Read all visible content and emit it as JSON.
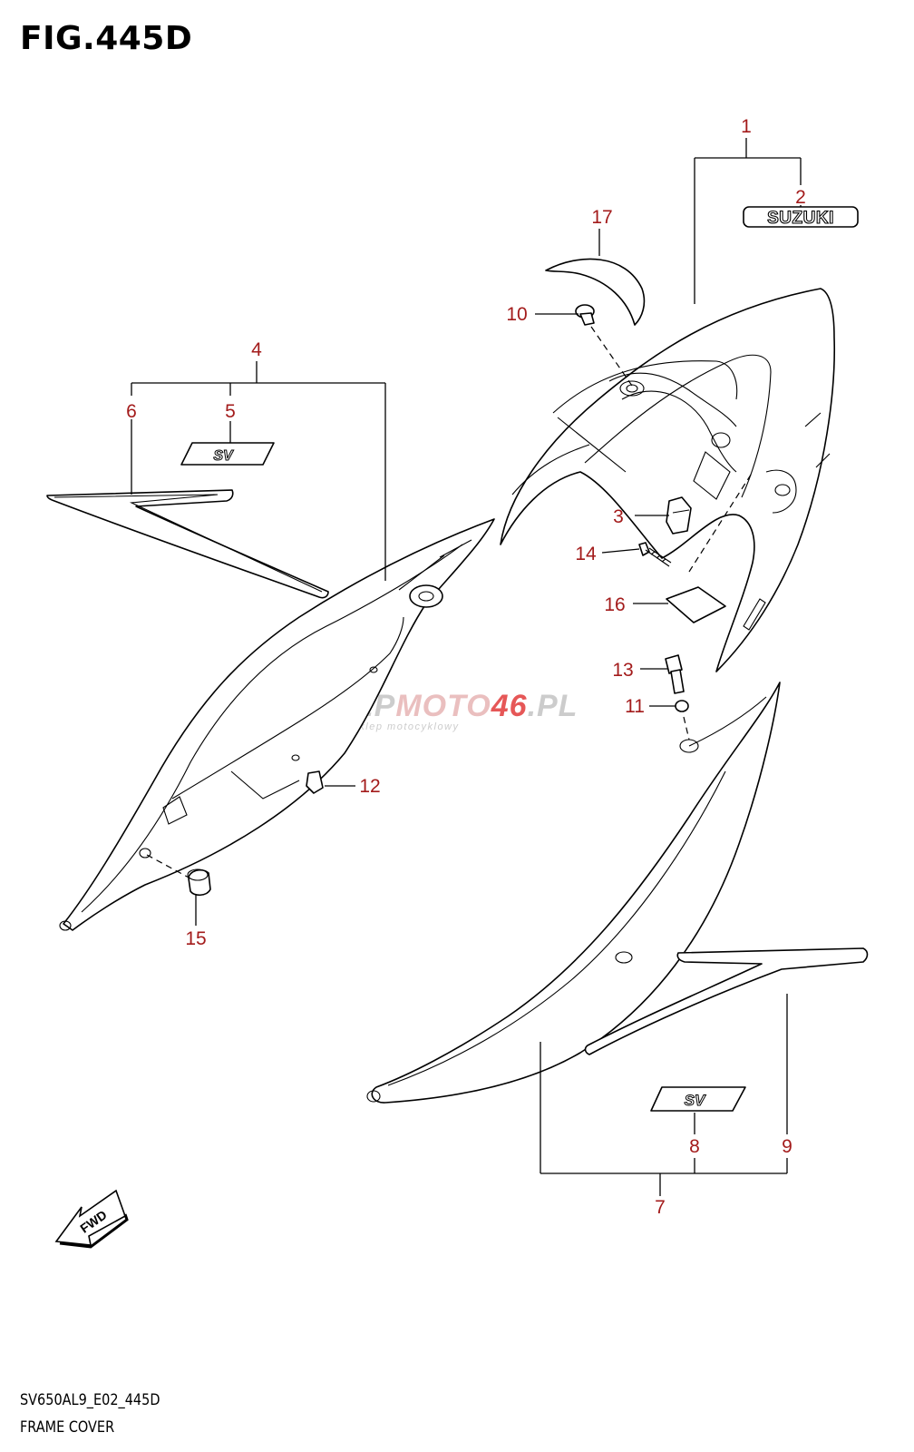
{
  "figure": {
    "title": "FIG.445D",
    "code": "SV650AL9_E02_445D",
    "name": "FRAME COVER"
  },
  "decals": {
    "brand": "SUZUKI",
    "model_mark": "SV",
    "direction": "FWD"
  },
  "watermark": {
    "main_a": "SKLEP",
    "main_b": "MOTO",
    "main_c": "46",
    "main_d": ".PL",
    "sub": "internetowy sklep motocyklowy"
  },
  "callouts": {
    "c1": "1",
    "c2": "2",
    "c3": "3",
    "c4": "4",
    "c5": "5",
    "c6": "6",
    "c7": "7",
    "c8": "8",
    "c9": "9",
    "c10": "10",
    "c11": "11",
    "c12": "12",
    "c13": "13",
    "c14": "14",
    "c15": "15",
    "c16": "16",
    "c17": "17"
  },
  "colors": {
    "callout": "#a31b1b",
    "line": "#000000",
    "watermark_gray": "#b9b9b9",
    "watermark_red": "#e23a3a"
  }
}
